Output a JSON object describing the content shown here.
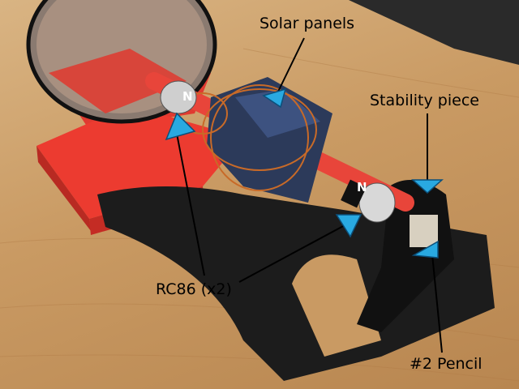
{
  "labels": {
    "solar_panels": "Solar panels",
    "stability_piece": "Stability piece",
    "magnets": "RC86 (x2)",
    "pencil": "#2 Pencil",
    "north_pole_left": "N",
    "north_pole_right": "N"
  },
  "colors": {
    "arrow_marker": "#29a9e1",
    "base_red": "#e8302a",
    "base_black": "#1a1a1a",
    "wood": "#c99a63"
  }
}
